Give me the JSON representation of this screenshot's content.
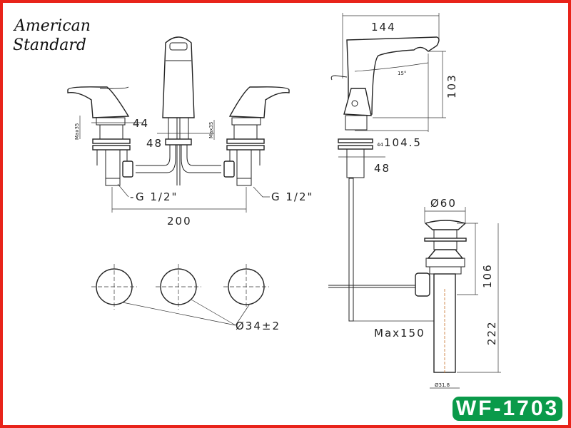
{
  "brand": {
    "line1": "American",
    "line2": "Standard"
  },
  "model": "WF-1703",
  "colors": {
    "border": "#e8231a",
    "badge": "#0a9a4a",
    "centerline": "#c8732a"
  },
  "front_view": {
    "dim_handle": "44",
    "dim_spout": "48",
    "dim_max_left": "Max35",
    "dim_max_right": "Max35",
    "thread_left": "-G 1/2\"",
    "thread_right": "G 1/2\"",
    "dim_width": "200"
  },
  "hole_view": {
    "hole_diameter": "Ø34±2"
  },
  "side_view": {
    "dim_length": "144",
    "dim_height": "103",
    "angle": "15°",
    "dim_reach": "104.5",
    "dim_deck": "48",
    "dim_small": "44",
    "dim_rod": "Max150"
  },
  "drain": {
    "dim_top": "Ø60",
    "dim_body": "106",
    "dim_total": "222",
    "dim_pipe": "Ø31.8"
  }
}
